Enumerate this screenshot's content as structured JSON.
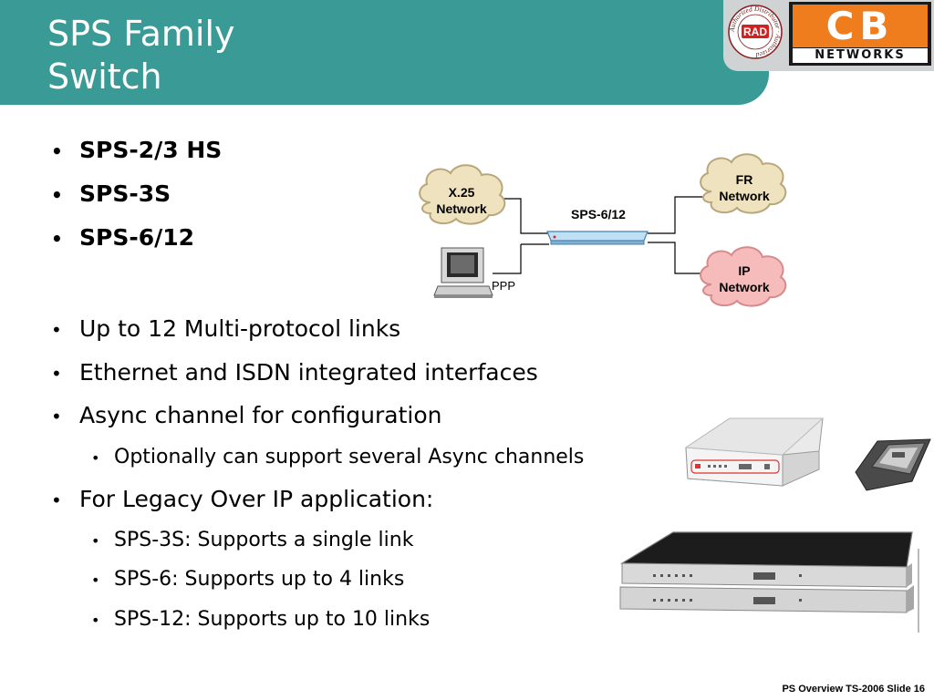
{
  "slide": {
    "title_line1": "SPS Family",
    "title_line2": "Switch"
  },
  "logo": {
    "seal_text": "Authorized Distributor",
    "seal_brand": "RAD",
    "brand_top": "CB",
    "brand_bottom": "NETWORKS"
  },
  "bullets": [
    {
      "text": "SPS-2/3 HS",
      "level": 1,
      "bold": true
    },
    {
      "text": "SPS-3S",
      "level": 1,
      "bold": true
    },
    {
      "text": "SPS-6/12",
      "level": 1,
      "bold": true
    },
    {
      "text": "Up to 12 Multi-protocol links",
      "level": 1,
      "bold": false
    },
    {
      "text": "Ethernet and ISDN integrated interfaces",
      "level": 1,
      "bold": false
    },
    {
      "text": "Async channel for configuration",
      "level": 1,
      "bold": false
    },
    {
      "text": "Optionally can support several Async channels",
      "level": 2,
      "bold": false
    },
    {
      "text": "For Legacy Over IP application:",
      "level": 1,
      "bold": false
    },
    {
      "text": "SPS-3S: Supports a single link",
      "level": 2,
      "bold": false
    },
    {
      "text": "SPS-6: Supports up to 4 links",
      "level": 2,
      "bold": false
    },
    {
      "text": "SPS-12: Supports up to 10 links",
      "level": 2,
      "bold": false
    }
  ],
  "bullet_glyph": "•",
  "diagram": {
    "x25_line1": "X.25",
    "x25_line2": "Network",
    "fr_line1": "FR",
    "fr_line2": "Network",
    "ip_line1": "IP",
    "ip_line2": "Network",
    "device_label": "SPS-6/12",
    "ppp_label": "PPP"
  },
  "colors": {
    "header_band": "#3a9a96",
    "cloud_beige": "#efe2bf",
    "cloud_pink": "#f6bcbc",
    "cb_orange": "#f07d1d"
  },
  "footer": "PS Overview TS-2006  Slide 16"
}
